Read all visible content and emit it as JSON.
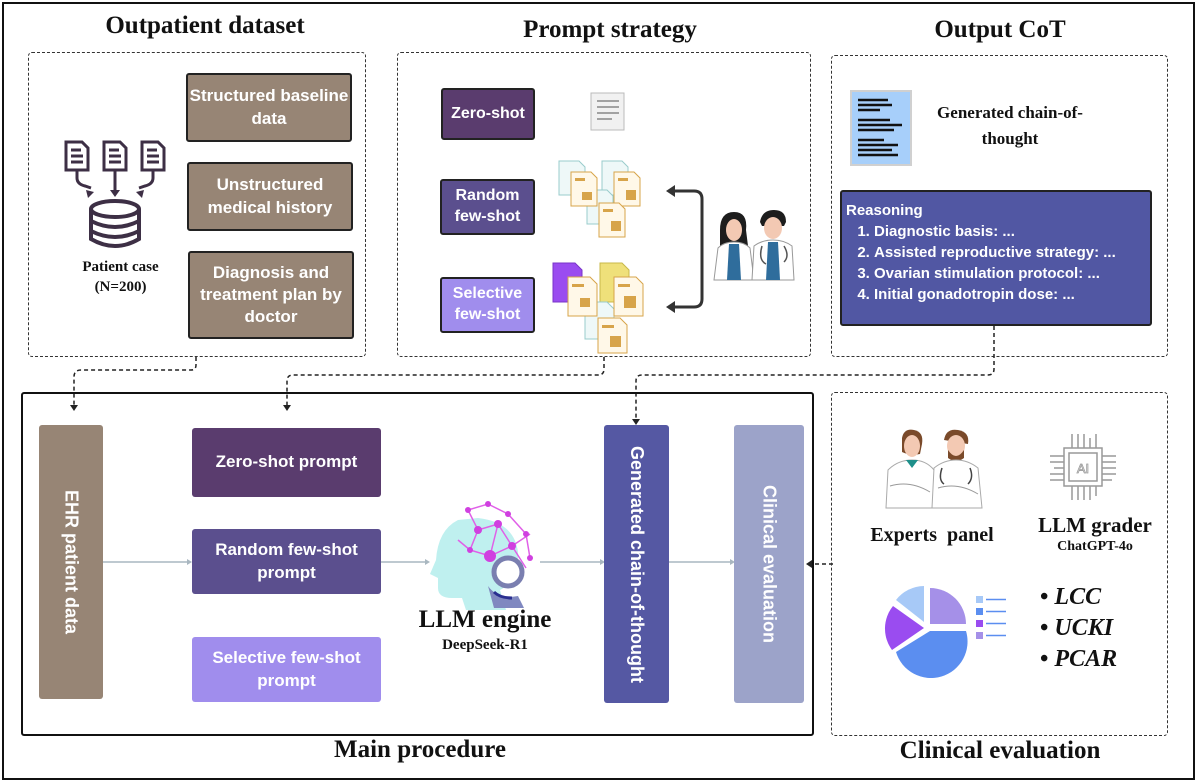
{
  "sections": {
    "outpatient": {
      "title": "Outpatient dataset",
      "patient_case_label": "Patient case",
      "patient_count": "(N=200)",
      "data_boxes": [
        "Structured baseline data",
        "Unstructured medical history",
        "Diagnosis and treatment plan by doctor"
      ]
    },
    "prompt_strategy": {
      "title": "Prompt strategy",
      "strategies": [
        "Zero-shot",
        "Random few-shot",
        "Selective few-shot"
      ]
    },
    "output_cot": {
      "title": "Output CoT",
      "doc_label": "Generated chain-of-thought",
      "reasoning_title": "Reasoning",
      "reasoning_items": [
        "Diagnostic basis: ...",
        "Assisted reproductive strategy: ...",
        "Ovarian stimulation protocol: ...",
        "Initial gonadotropin dose: ..."
      ]
    },
    "main_procedure": {
      "title": "Main procedure",
      "ehr_label": "EHR patient data",
      "prompts": [
        "Zero-shot prompt",
        "Random few-shot prompt",
        "Selective few-shot prompt"
      ],
      "llm_label": "LLM engine",
      "llm_model": "DeepSeek-R1",
      "cot_label": "Generated chain-of-thought",
      "eval_label": "Clinical evaluation"
    },
    "clinical_eval": {
      "title": "Clinical evaluation",
      "experts_label": "Experts  panel",
      "grader_label": "LLM grader",
      "grader_model": "ChatGPT-4o",
      "chip_text": "AI",
      "metrics": [
        "LCC",
        "UCKI",
        "PCAR"
      ]
    }
  },
  "colors": {
    "brown": "#978575",
    "zero_shot": "#5a3c6e",
    "random_few_shot": "#5b4f8e",
    "selective_few_shot": "#a08ded",
    "cot": "#5558a3",
    "evaluation": "#9ca3c9",
    "pie": [
      "#a7c9f7",
      "#5b8ef0",
      "#9a4cf0",
      "#a590e8"
    ]
  }
}
